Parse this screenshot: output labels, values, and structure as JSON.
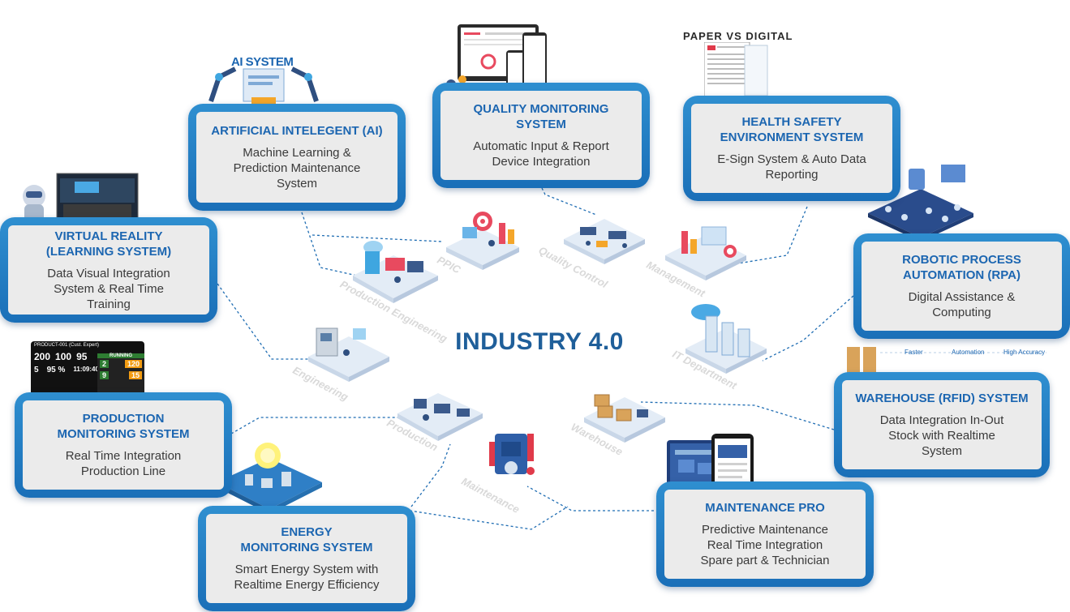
{
  "center": {
    "title": "INDUSTRY 4.0"
  },
  "cards": {
    "ai": {
      "title": "ARTIFICIAL INTELEGENT (AI)",
      "desc": [
        "Machine Learning &",
        "Prediction Maintenance",
        "System"
      ]
    },
    "quality": {
      "title": [
        "QUALITY MONITORING",
        "SYSTEM"
      ],
      "desc": [
        "Automatic Input & Report",
        "Device Integration"
      ]
    },
    "hse": {
      "title": [
        "HEALTH SAFETY",
        "ENVIRONMENT SYSTEM"
      ],
      "desc": [
        "E-Sign System & Auto Data",
        "Reporting"
      ]
    },
    "vr": {
      "title": [
        "VIRTUAL REALITY",
        "(LEARNING SYSTEM)"
      ],
      "desc": [
        "Data Visual Integration",
        "System & Real Time",
        "Training"
      ]
    },
    "rpa": {
      "title": [
        "ROBOTIC PROCESS",
        "AUTOMATION (RPA)"
      ],
      "desc": [
        "Digital Assistance &",
        "Computing"
      ]
    },
    "warehouse": {
      "title": "WAREHOUSE (RFID) SYSTEM",
      "desc": [
        "Data Integration In-Out",
        "Stock with Realtime",
        "System"
      ]
    },
    "production": {
      "title": [
        "PRODUCTION",
        "MONITORING SYSTEM"
      ],
      "desc": [
        "Real Time Integration",
        "Production Line"
      ]
    },
    "energy": {
      "title": [
        "ENERGY",
        "MONITORING SYSTEM"
      ],
      "desc": [
        "Smart Energy System with",
        "Realtime Energy Efficiency"
      ]
    },
    "maintenance": {
      "title": "MAINTENANCE PRO",
      "desc": [
        "Predictive Maintenance",
        "Real Time Integration",
        "Spare part & Technician"
      ]
    }
  },
  "departments": [
    "PPIC",
    "Quality Control",
    "Management",
    "Production Engineering",
    "Engineering",
    "IT Department",
    "Production",
    "Warehouse",
    "Maintenance"
  ],
  "illustrations": {
    "ai_header": "AI SYSTEM",
    "hse_header": "PAPER VS DIGITAL",
    "rpa_features": [
      "Faster",
      "Automation",
      "High Accuracy"
    ],
    "dashboard": {
      "header": "PRODUCT-001 (Cust. Expert)",
      "numbers": [
        "200",
        "100",
        "95",
        "5",
        "95 %",
        "11:09:40"
      ],
      "status": "RUNNING",
      "side_numbers": [
        "2",
        "120",
        "9",
        "15"
      ]
    }
  },
  "colors": {
    "card_blue": "#1f78c1",
    "title_blue": "#1c66b1",
    "card_fill": "#ebebeb",
    "center_title": "#1f5f9a"
  }
}
